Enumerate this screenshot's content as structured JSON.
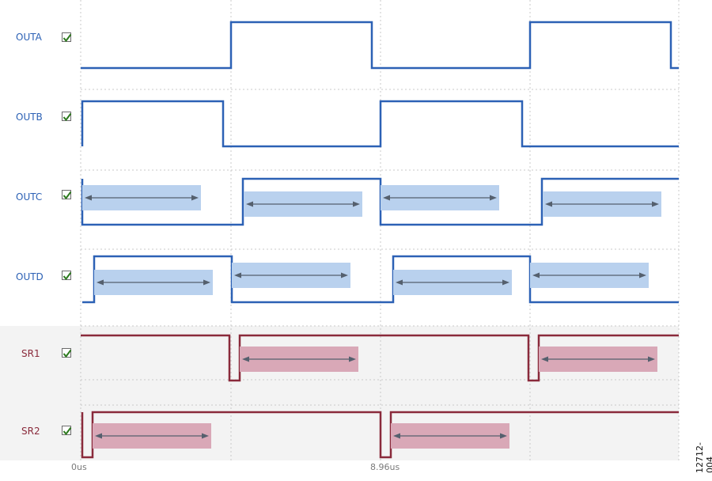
{
  "colors": {
    "out_channel": "#2c61b5",
    "sr_channel": "#8a2a3b",
    "out_fill": "#b9d1ee",
    "sr_fill": "#d9a8b7",
    "arrow": "#55606e",
    "grid": "#c9c9c9",
    "sr_band_bg": "#f3f3f3",
    "check": "#2d7a1e"
  },
  "channels": [
    {
      "id": "outa",
      "label": "OUTA",
      "checked": true,
      "group": "out"
    },
    {
      "id": "outb",
      "label": "OUTB",
      "checked": true,
      "group": "out"
    },
    {
      "id": "outc",
      "label": "OUTC",
      "checked": true,
      "group": "out"
    },
    {
      "id": "outd",
      "label": "OUTD",
      "checked": true,
      "group": "out"
    },
    {
      "id": "sr1",
      "label": "SR1",
      "checked": true,
      "group": "sr"
    },
    {
      "id": "sr2",
      "label": "SR2",
      "checked": true,
      "group": "sr"
    }
  ],
  "time_axis": {
    "start_label": "0us",
    "period_label": "8.96us"
  },
  "figure_id": "12712-004"
}
